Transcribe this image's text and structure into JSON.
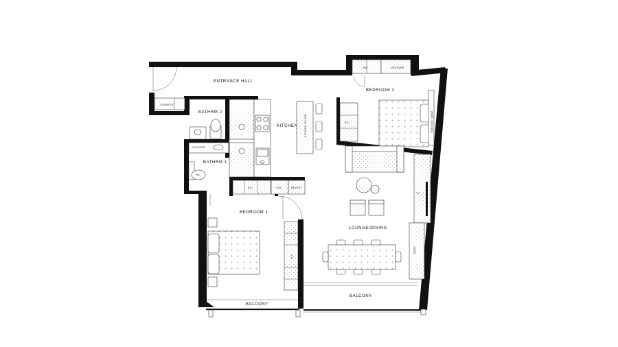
{
  "rooms": {
    "entrance_hall": "ENTRANCE HALL",
    "bedroom_2": "BEDROOM 2",
    "bathroom_2": "BATHRM 2",
    "kitchen": "KITCHEN",
    "bathroom_1": "BATHRM 1",
    "bedroom_1": "BEDROOM 1",
    "lounge_dining": "LOUNGE/DINING",
    "balcony_left": "BALCONY",
    "balcony_right": "BALCONY"
  },
  "fixtures": {
    "counter_hall": "COUNTER",
    "counter_bath1": "COUNTER",
    "bic_bed2_top": "BIC",
    "dresser": "DRESSER",
    "bic_bed2_side": "BIC",
    "kitchen_island": "KITCHEN ISLAND",
    "bic_hall": "BIC",
    "cw": "C/W",
    "pantry": "PANTRY",
    "wc": "WC",
    "bic_bed1": "BIC",
    "tv": "TV",
    "desk": "DESK",
    "bedside_table": "BEDSIDE TABLE"
  },
  "colors": {
    "wall": "#111111",
    "background": "#ffffff",
    "line": "#444444"
  }
}
